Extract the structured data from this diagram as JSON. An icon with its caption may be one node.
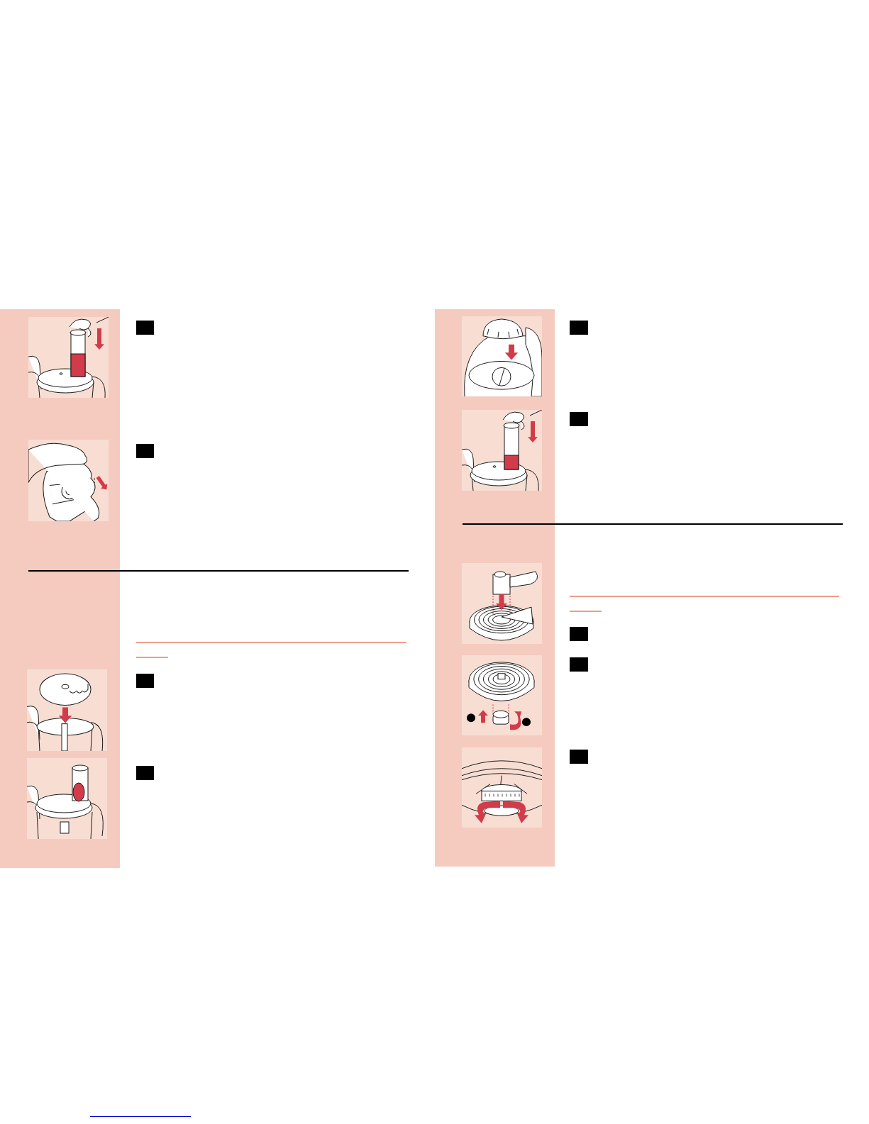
{
  "diagram": {
    "nodes": [
      {
        "text": [],
        "shape": "picture"
      },
      {
        "text": [],
        "shape": "box"
      },
      {
        "text": [],
        "shape": "picture"
      },
      {
        "text": [],
        "shape": "box"
      },
      {
        "text": [],
        "shape": "picture"
      },
      {
        "text": [],
        "shape": "box"
      },
      {
        "text": [],
        "shape": "picture"
      },
      {
        "text": [],
        "shape": "box"
      },
      {
        "text": [],
        "shape": "picture"
      },
      {
        "text": [],
        "shape": "box"
      },
      {
        "text": [],
        "shape": "picture"
      },
      {
        "text": [],
        "shape": "box"
      },
      {
        "text": [],
        "shape": "picture"
      },
      {
        "text": [],
        "shape": "box"
      },
      {
        "text": [],
        "shape": "picture"
      },
      {
        "text": [],
        "shape": "box"
      },
      {
        "text": [],
        "shape": "picture"
      },
      {
        "text": [],
        "shape": "box"
      }
    ]
  }
}
